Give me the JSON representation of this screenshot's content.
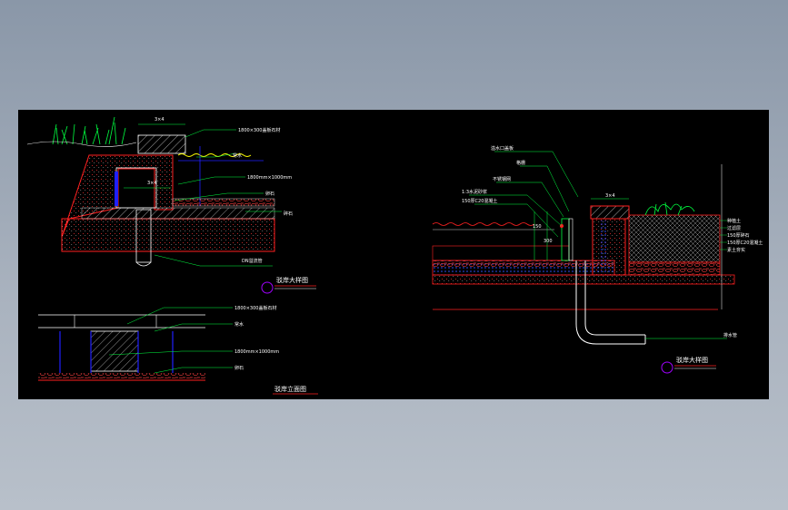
{
  "colors": {
    "background": "#000000",
    "frame": "#b8c0ca",
    "outline": "#ff2020",
    "leader": "#00ff40",
    "water": "#ffff00",
    "pipe": "#2020ff",
    "text": "#ffffff",
    "marker": "#a000ff"
  },
  "left_section": {
    "dim_top": "3×4",
    "dim_mid": "3×4",
    "labels": [
      "1800×300盖板石材",
      "常水",
      "1800mm×1000mm",
      "卵石",
      "碎石"
    ],
    "bottom_label": "DN溢流管",
    "title": "驳岸大样图"
  },
  "left_elevation": {
    "labels": [
      "1800×300盖板石材",
      "常水",
      "1800mm×1000mm",
      "卵石"
    ],
    "title": "驳岸立面图"
  },
  "right_section": {
    "dim_top": "3×4",
    "labels_left": [
      "溢水口盖板",
      "格栅",
      "不锈钢网",
      "1:3水泥砂浆",
      "150厚C20混凝土"
    ],
    "labels_right": [
      "种植土",
      "过滤层",
      "150厚碎石",
      "150厚C20混凝土",
      "素土夯实"
    ],
    "vertical_dims": [
      "150",
      "300"
    ],
    "bottom_label": "排水管",
    "title": "驳岸大样图"
  }
}
